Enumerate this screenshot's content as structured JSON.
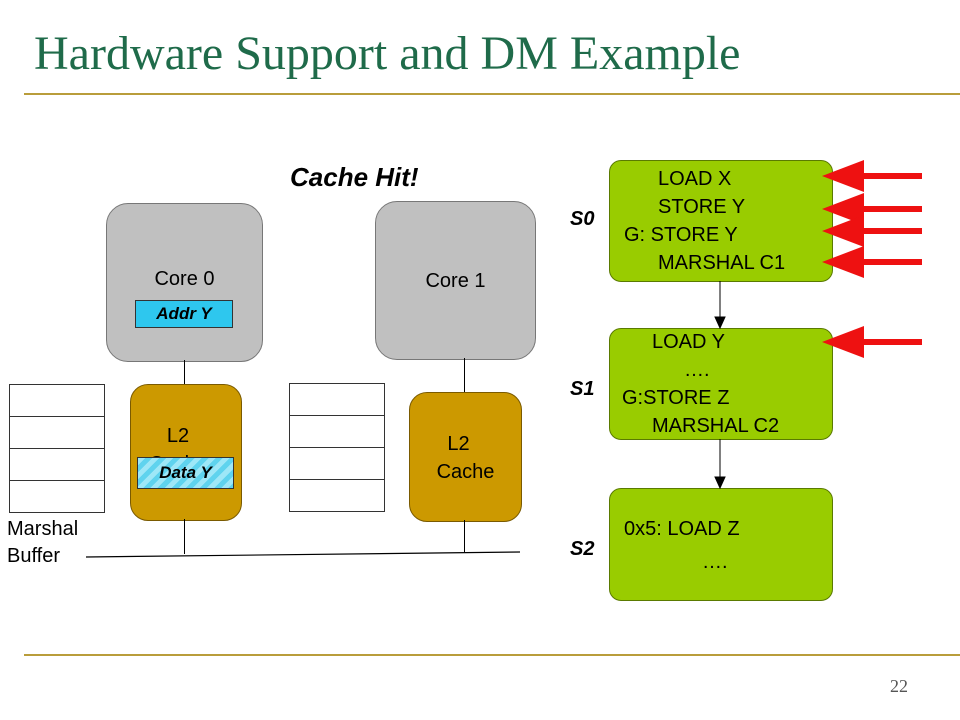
{
  "slide": {
    "title": "Hardware Support and DM Example",
    "page_number": "22"
  },
  "callout": {
    "text": "Cache Hit!"
  },
  "cores": [
    {
      "label": "Core 0",
      "tag": "Addr Y",
      "cache_label_line1": "L2",
      "cache_label_line2": "Cache",
      "cache_tag": "Data Y"
    },
    {
      "label": "Core 1",
      "cache_label_line1": "L2",
      "cache_label_line2": "Cache"
    }
  ],
  "marshal_buffer": {
    "line1": "Marshal",
    "line2": "Buffer"
  },
  "stages": [
    {
      "label": "S0",
      "lines": [
        "LOAD X",
        "STORE Y",
        "G: STORE Y",
        "MARSHAL C1"
      ]
    },
    {
      "label": "S1",
      "lines": [
        "LOAD Y",
        "….",
        "G:STORE Z",
        "MARSHAL C2"
      ]
    },
    {
      "label": "S2",
      "lines": [
        "0x5: LOAD Z",
        "…."
      ]
    }
  ],
  "colors": {
    "title": "#1f6b4a",
    "rule": "#b99d3b",
    "core": "#c0c0c0",
    "cache": "#cc9900",
    "stage": "#99cc00",
    "tag": "#2ec7ee",
    "arrow": "#ee1111"
  }
}
